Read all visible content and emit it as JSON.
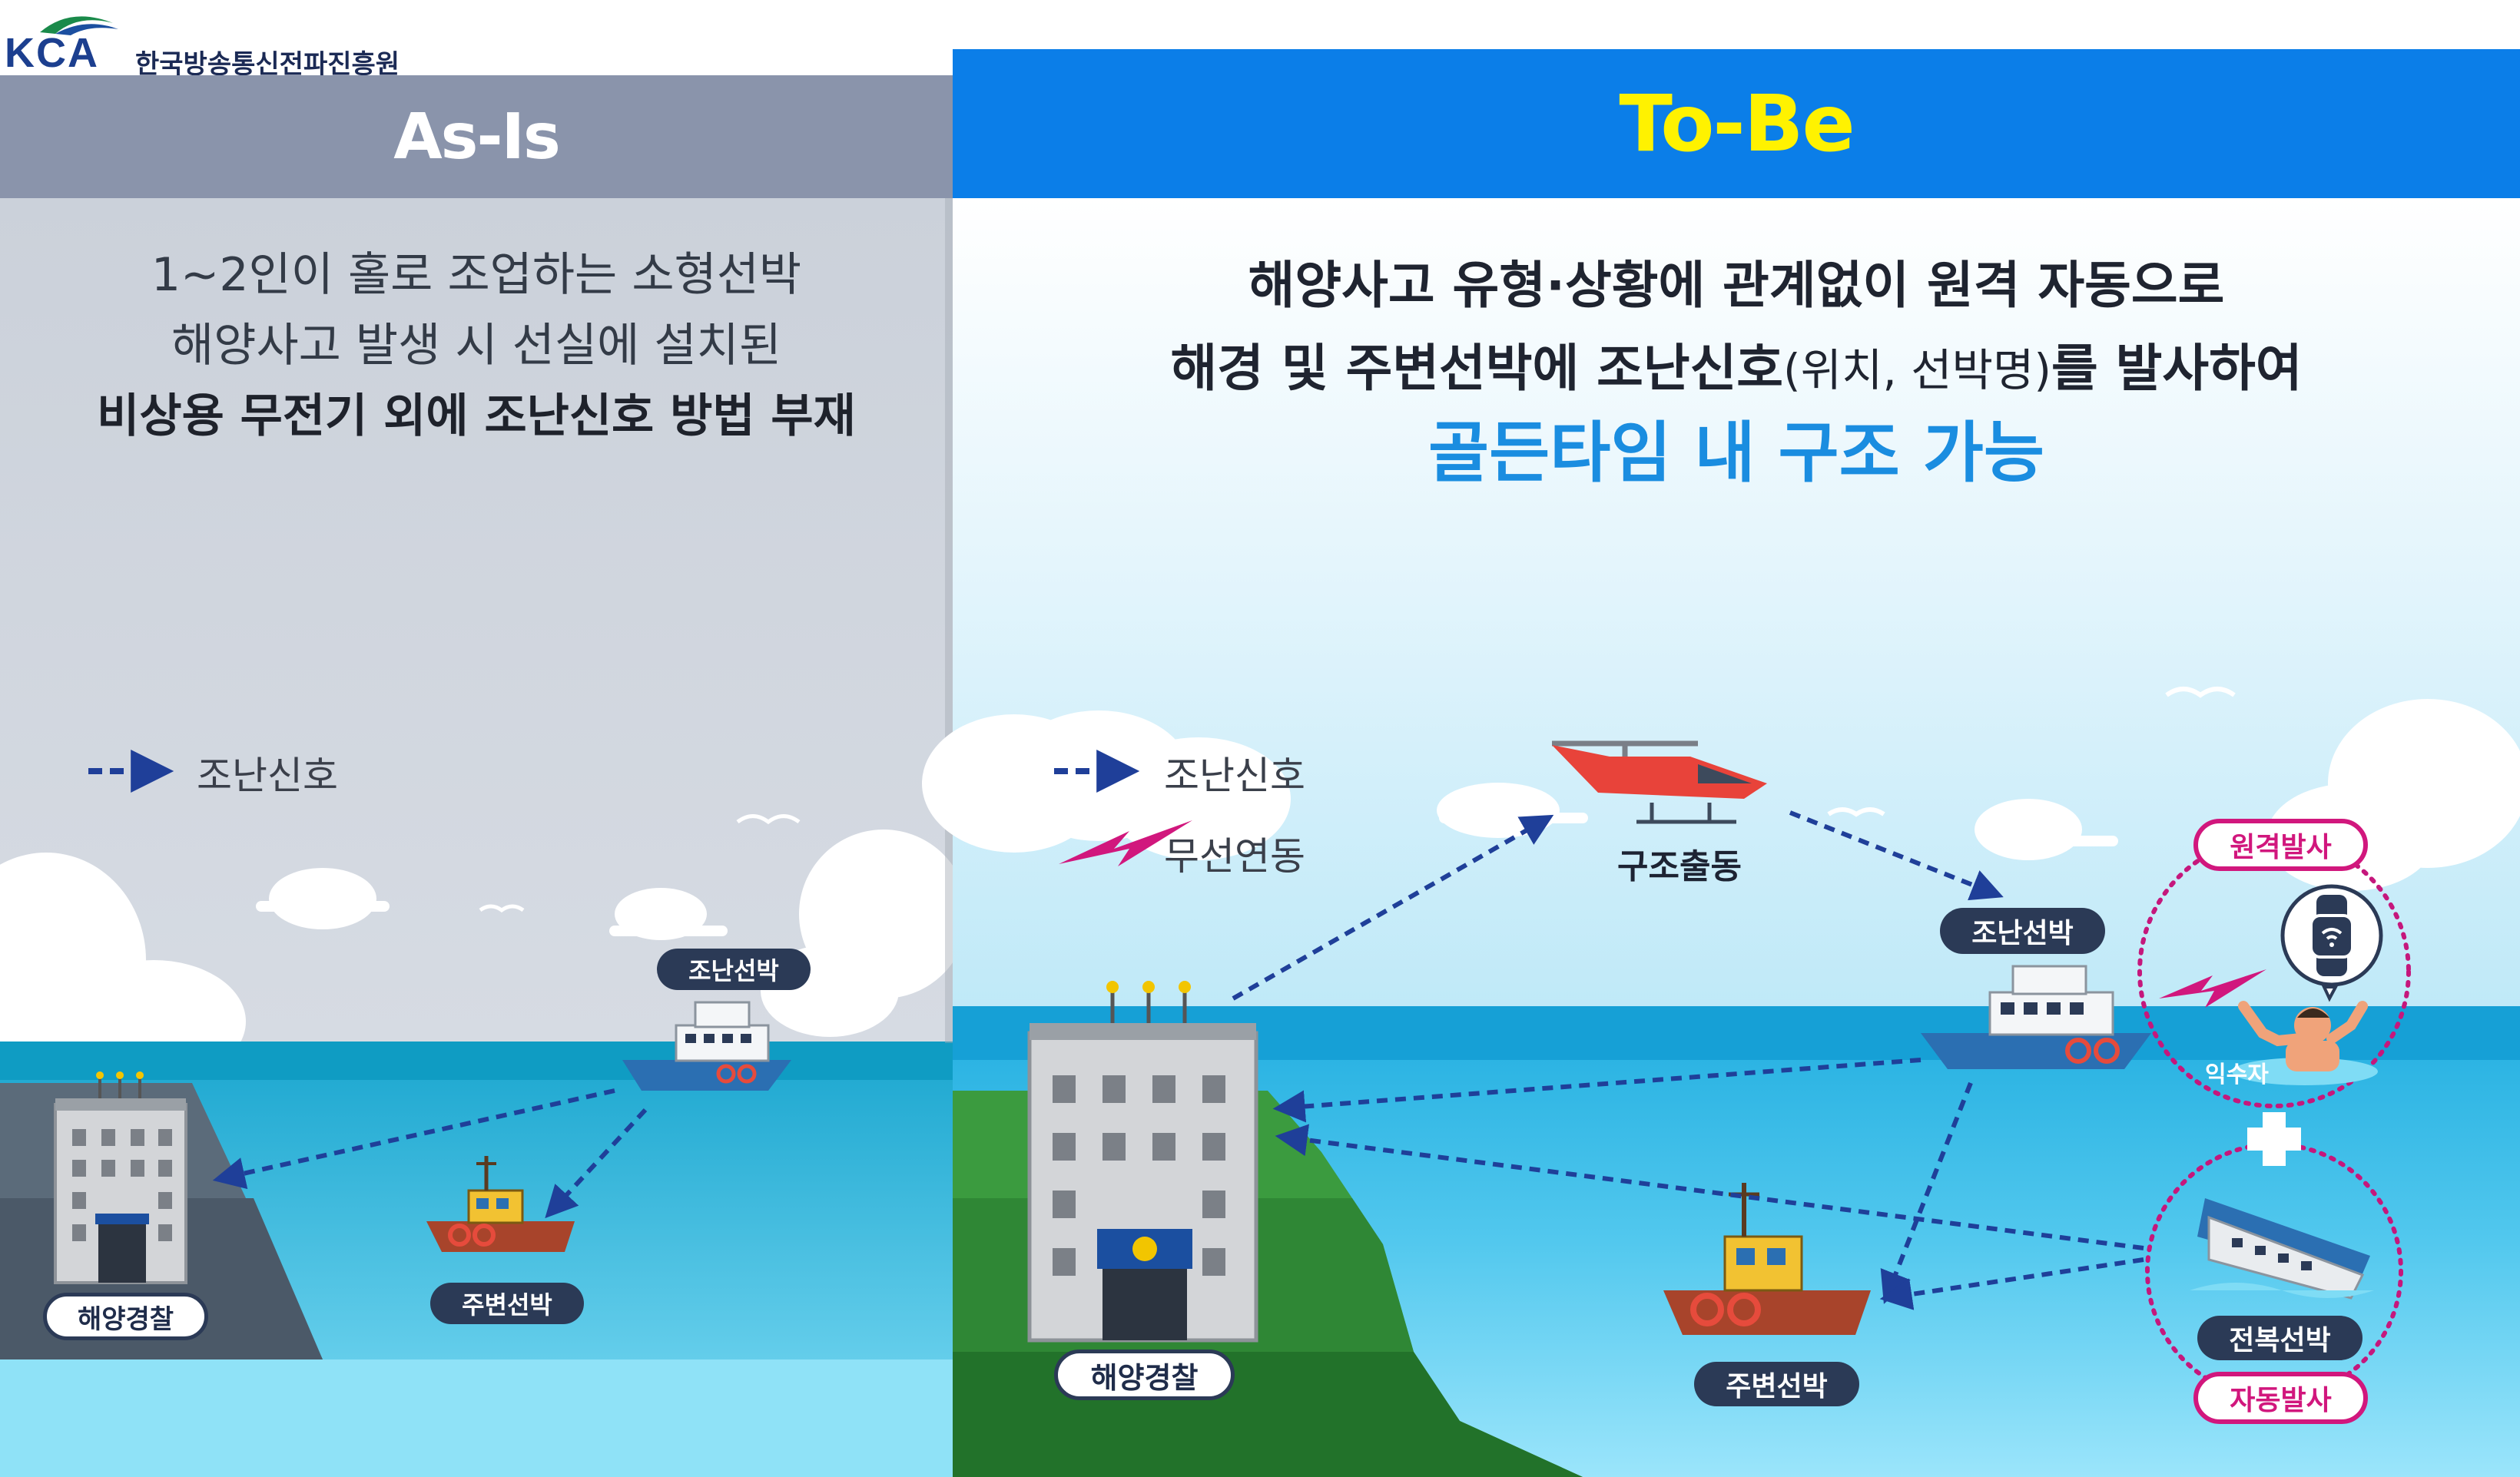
{
  "logo": {
    "mark": "KCA",
    "org_name": "한국방송통신전파진흥원"
  },
  "as_is": {
    "header": "As-Is",
    "description": {
      "line1": "1~2인이 홀로 조업하는 소형선박",
      "line2": "해양사고 발생 시 선실에 설치된",
      "line3_bold": "비상용 무전기 외에 조난신호 방법 부재"
    },
    "legend": {
      "distress_signal": "조난신호"
    },
    "labels": {
      "distress_ship": "조난선박",
      "nearby_ship": "주변선박",
      "coast_guard": "해양경찰"
    }
  },
  "to_be": {
    "header": "To-Be",
    "description": {
      "line1": "해양사고 유형·상황에 관계없이 원격 자동으로",
      "line2_a": "해경 및 주변선박에 조난신호",
      "line2_b": "(위치, 선박명)",
      "line2_c": "를 발사하여",
      "line3_highlight": "골든타임 내 구조 가능"
    },
    "legend": {
      "distress_signal": "조난신호",
      "wireless_link": "무선연동"
    },
    "labels": {
      "rescue_dispatch": "구조출동",
      "distress_ship": "조난선박",
      "remote_launch": "원격발사",
      "drowning_person": "익수자",
      "capsized_ship": "전복선박",
      "auto_launch": "자동발사",
      "nearby_ship": "주변선박",
      "coast_guard": "해양경찰"
    }
  },
  "colors": {
    "asis_header": "#8a94ab",
    "tobe_header": "#0b7ee8",
    "tobe_header_text": "#fff200",
    "highlight_blue": "#1a8de0",
    "pink_accent": "#d1177d",
    "arrow_navy": "#1f3f99"
  },
  "icons": [
    "dashed-arrow-icon",
    "lightning-icon",
    "helicopter-icon",
    "smartwatch-icon",
    "plus-icon",
    "seagull-icon"
  ]
}
